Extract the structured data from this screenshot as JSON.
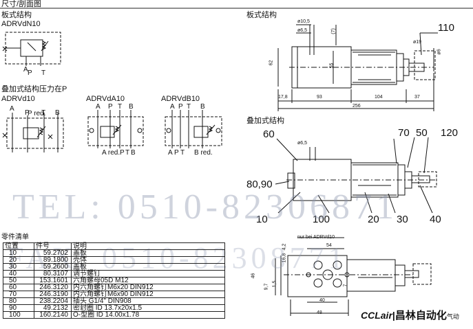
{
  "header": {
    "title": "尺寸/剖面图"
  },
  "left_top": {
    "section": "板式结构",
    "model": "ADRVdN10",
    "ports": [
      "A",
      "P",
      "T"
    ]
  },
  "left_mid": {
    "section": "叠加式结构压力在P",
    "model": "ADRVd10",
    "ports_top": [
      "A",
      "P",
      "T",
      "B"
    ],
    "pred": "P red."
  },
  "mid_a": {
    "model": "ADRVdA10",
    "ports_top": [
      "A",
      "P",
      "T",
      "B"
    ],
    "ports_bottom": [
      "A",
      "P",
      "T",
      "B"
    ],
    "ared": "A red."
  },
  "mid_b": {
    "model": "ADRVdB10",
    "ports_top": [
      "A",
      "P",
      "T",
      "B"
    ],
    "ports_bottom": [
      "A",
      "P",
      "T",
      "B"
    ],
    "bred": "B red."
  },
  "right_top": {
    "section": "板式结构",
    "dims": {
      "d105": "ø10,5",
      "d65": "ø6,5",
      "d7": "(7)",
      "d19": "ø19",
      "d62": "62",
      "d55": "55",
      "d6": "ø6",
      "w17": "17,8",
      "w93": "93",
      "w104": "104",
      "w37": "37",
      "w256": "256"
    },
    "callout": "110"
  },
  "right_mid": {
    "section": "叠加式结构",
    "dims": {
      "d65": "ø6,5"
    },
    "callouts": {
      "c60": "60",
      "c70": "70",
      "c50": "50",
      "c120": "120",
      "c8090": "80,90",
      "c10": "10",
      "c100": "100",
      "c20": "20",
      "c30": "30",
      "c40": "40"
    }
  },
  "right_bottom": {
    "note": "nur bei ADRVd10",
    "dims": {
      "d54": "54",
      "d42": "4,2",
      "d168": "16,8",
      "d46": "46",
      "d97": "9,7",
      "d15": "1,5",
      "d40": "40",
      "d48": "48",
      "d7": "7"
    }
  },
  "watermark": {
    "line1": "TEL: 0510-82306871",
    "line2": "FAX: 0510-82308771"
  },
  "parts": {
    "title": "零件清单",
    "headers": [
      "位置",
      "件号",
      "说明"
    ],
    "rows": [
      [
        "10",
        "59.2702",
        "盖板"
      ],
      [
        "20",
        "89.1800",
        "壳体"
      ],
      [
        "30",
        "59.2600",
        "盖板"
      ],
      [
        "40",
        "80.3107",
        "调节螺钉"
      ],
      [
        "50",
        "153.1601",
        "六角螺母05D M12"
      ],
      [
        "60",
        "246.3120",
        "内六角螺钉M6x20 DIN912"
      ],
      [
        "70",
        "246.3190",
        "内六角螺钉M6x90 DIN912"
      ],
      [
        "80",
        "238.2204",
        "插头 G1/4\" DIN908"
      ],
      [
        "90",
        "49.2132",
        "密封圈 ID 13.7x20x1.5"
      ],
      [
        "100",
        "160.2140",
        "O-型圈 ID 14.00x1.78"
      ]
    ]
  },
  "logo": {
    "brand": "CCLair",
    "divider": "|",
    "name": "昌林自动化",
    "suffix": "气动"
  }
}
